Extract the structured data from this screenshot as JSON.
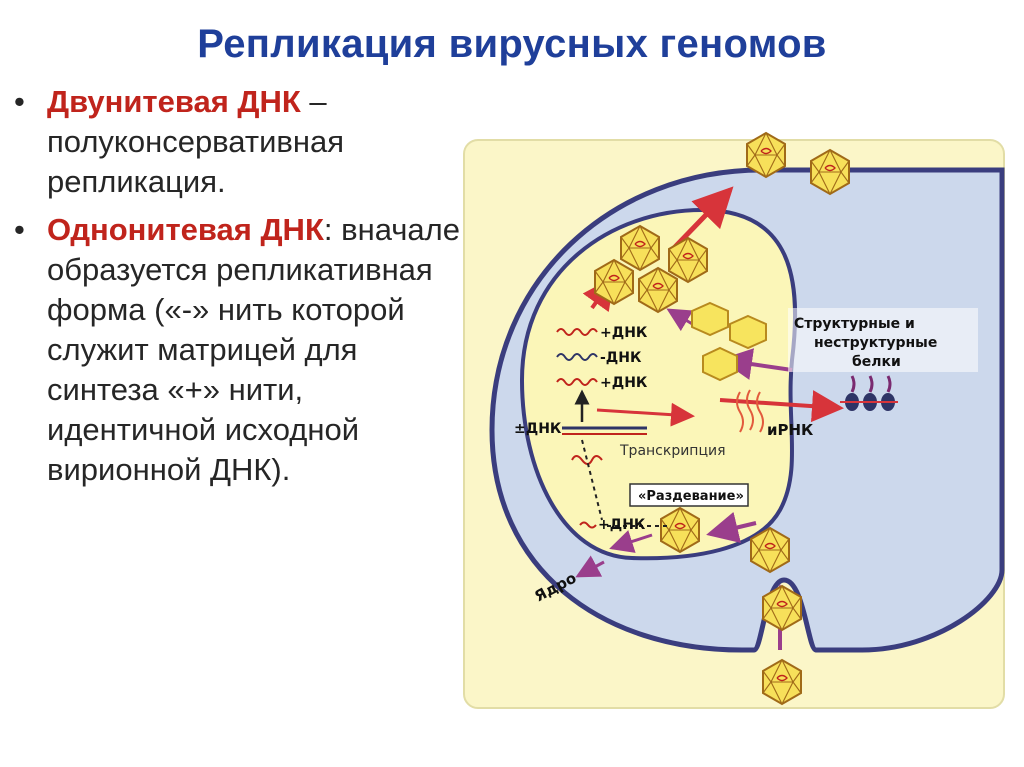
{
  "title": "Репликация вирусных геномов",
  "bullets": [
    {
      "highlight": "Двунитевая ДНК",
      "separator": " –",
      "text": "полуконсервативная репликация."
    },
    {
      "highlight": "Однонитевая ДНК",
      "separator": ":",
      "text": "вначале образуется репликативная форма («-» нить которой служит матрицей для синтеза «+» нити, идентичной исходной вирионной ДНК)."
    }
  ],
  "diagram": {
    "labels": {
      "plus_dna_1": "+ДНК",
      "minus_dna": "-ДНК",
      "plus_dna_2": "+ДНК",
      "pm_dna": "±ДНК",
      "mrna": "иРНК",
      "transcription": "Транскрипция",
      "uncoating": "«Раздевание»",
      "plus_dna_3": "+ДНК",
      "nucleus": "Ядро",
      "proteins_line1": "Структурные и",
      "proteins_line2": "неструктурные",
      "proteins_line3": "белки"
    },
    "colors": {
      "cell_fill": "#CCD8EC",
      "cell_border": "#3A3D7E",
      "nucleus_fill": "#FBF6B8",
      "arrow_red": "#D7343A",
      "arrow_purple": "#9A3E8C",
      "virion_fill": "#F7E05A",
      "virion_stroke": "#A06A18"
    }
  }
}
